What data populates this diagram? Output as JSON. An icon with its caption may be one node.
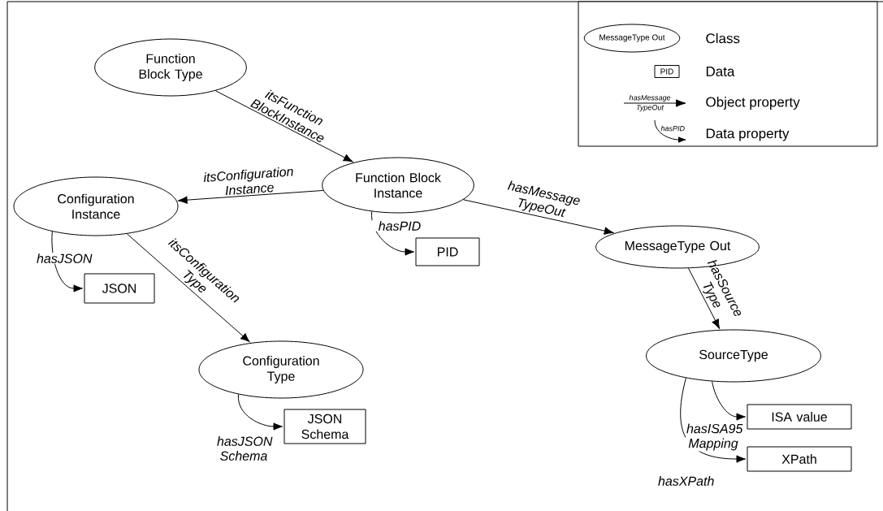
{
  "diagram": {
    "nodes": [
      {
        "text": [
          "Function Block Type"
        ]
      },
      {
        "text": [
          "Function Block Instance"
        ]
      },
      {
        "text": [
          "Configuration Instance"
        ]
      },
      {
        "text": [
          "JSON"
        ]
      },
      {
        "text": [
          "PID"
        ]
      },
      {
        "text": [
          "MessageType Out"
        ]
      },
      {
        "text": [
          "Configuration Type"
        ]
      },
      {
        "text": [
          "JSON Schema"
        ]
      },
      {
        "text": [
          "SourceType"
        ]
      },
      {
        "text": [
          "ISA value"
        ]
      },
      {
        "text": [
          "XPath"
        ]
      }
    ],
    "edges": [
      {
        "from": 0,
        "to": 1,
        "arrow": "to",
        "label": "itsFunction BlockInstance"
      },
      {
        "from": 1,
        "to": 2,
        "arrow": "to",
        "label": "itsConfiguration Instance"
      },
      {
        "from": 1,
        "to": 4,
        "arrow": "to",
        "label": "hasPID"
      },
      {
        "from": 1,
        "to": 5,
        "arrow": "to",
        "label": "hasMessage TypeOut"
      },
      {
        "from": 2,
        "to": 3,
        "arrow": "to",
        "label": "hasJSON"
      },
      {
        "from": 2,
        "to": 6,
        "arrow": "to",
        "label": "itsConfiguration Type"
      },
      {
        "from": 6,
        "to": 7,
        "arrow": "to",
        "label": "hasJSON Schema"
      },
      {
        "from": 5,
        "to": 8,
        "arrow": "to",
        "label": "hasSource Type"
      },
      {
        "from": 8,
        "to": 9,
        "arrow": "to",
        "label": "hasISA95 Mapping"
      },
      {
        "from": 8,
        "to": 10,
        "arrow": "to",
        "label": "hasXPath"
      }
    ],
    "labels": [
      "MessageType Out",
      "PID",
      "hasMessage TypeOut",
      "hasPID"
    ],
    "legend": [
      {
        "text": "Class"
      },
      {
        "text": "Data"
      },
      {
        "text": "Object property"
      },
      {
        "text": "Data property"
      }
    ]
  }
}
